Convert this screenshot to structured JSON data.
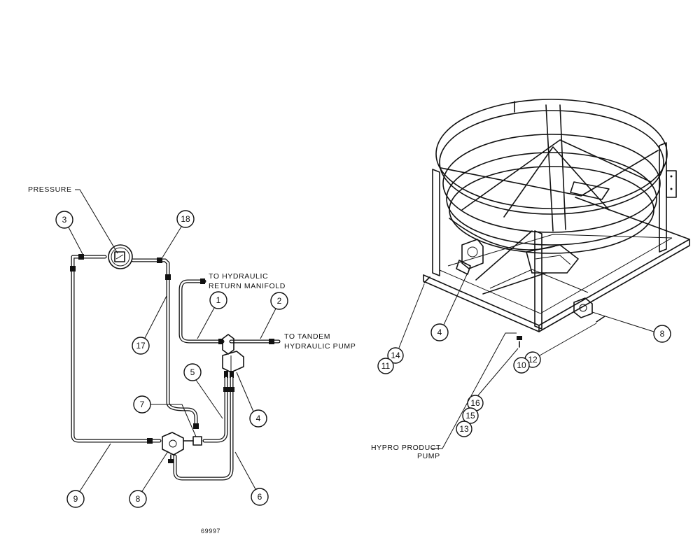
{
  "labels": {
    "pressure": "PRESSURE",
    "to_hydraulic_1": "TO HYDRAULIC",
    "to_hydraulic_2": "RETURN MANIFOLD",
    "to_tandem_1": "TO TANDEM",
    "to_tandem_2": "HYDRAULIC PUMP",
    "hypro_1": "HYPRO PRODUCT",
    "hypro_2": "PUMP",
    "drawing_number": "69997"
  },
  "callouts_left": [
    "1",
    "2",
    "3",
    "4",
    "5",
    "6",
    "7",
    "8",
    "9",
    "17",
    "18"
  ],
  "callouts_right": [
    "4",
    "8",
    "10",
    "11",
    "12",
    "13",
    "14",
    "15",
    "16"
  ]
}
